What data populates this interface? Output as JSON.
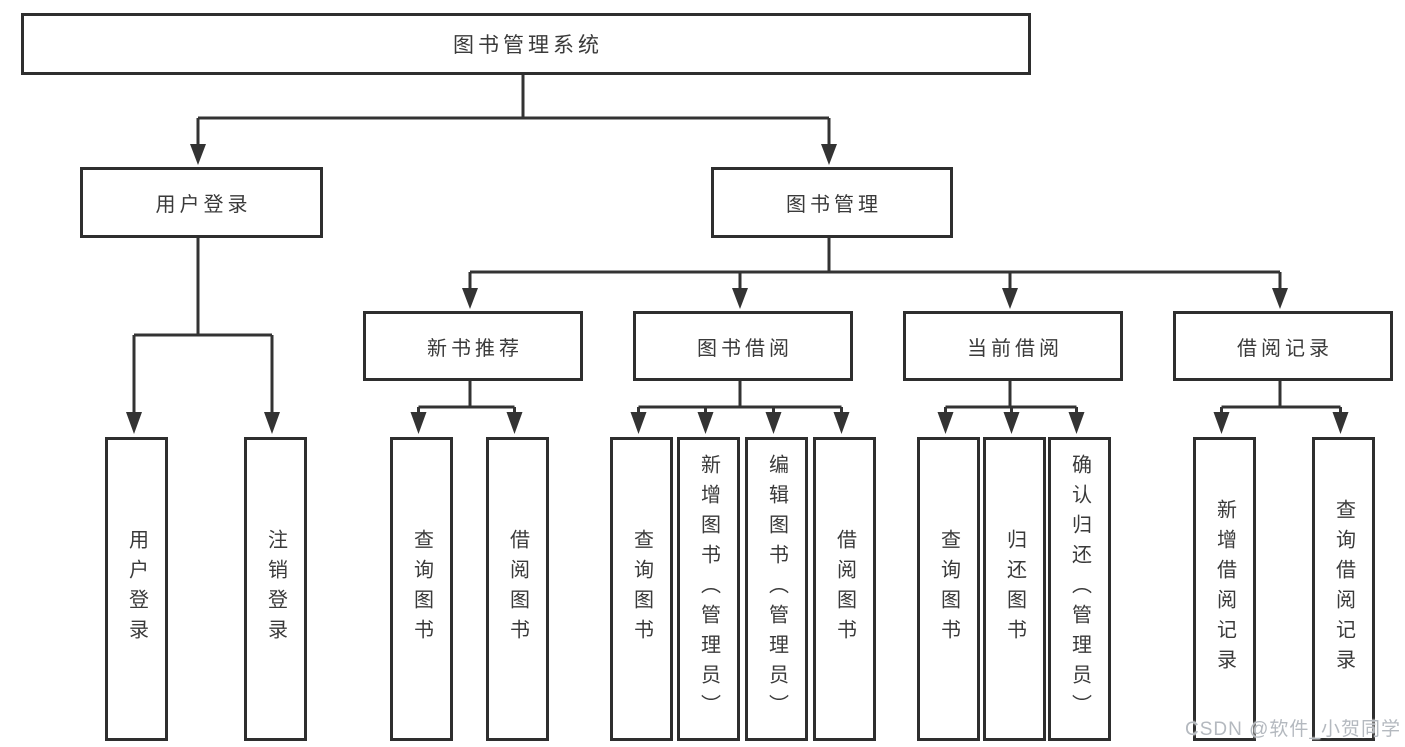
{
  "colors": {
    "background": "#ffffff",
    "line": "#333333",
    "box_border": "#2e2e2e",
    "text": "#3a3a3a",
    "watermark": "#b4b9bf"
  },
  "watermark": {
    "text": "CSDN @软件_小贺同学"
  },
  "tree": {
    "root": {
      "label": "图书管理系统"
    },
    "branches": [
      {
        "label": "用户登录",
        "leaves": [
          "用户登录",
          "注销登录"
        ]
      },
      {
        "label": "图书管理",
        "groups": [
          {
            "label": "新书推荐",
            "leaves": [
              "查询图书",
              "借阅图书"
            ]
          },
          {
            "label": "图书借阅",
            "leaves": [
              "查询图书",
              "新增图书（管理员）",
              "编辑图书（管理员）",
              "借阅图书"
            ]
          },
          {
            "label": "当前借阅",
            "leaves": [
              "查询图书",
              "归还图书",
              "确认归还（管理员）"
            ]
          },
          {
            "label": "借阅记录",
            "leaves": [
              "新增借阅记录",
              "查询借阅记录"
            ]
          }
        ]
      }
    ]
  }
}
